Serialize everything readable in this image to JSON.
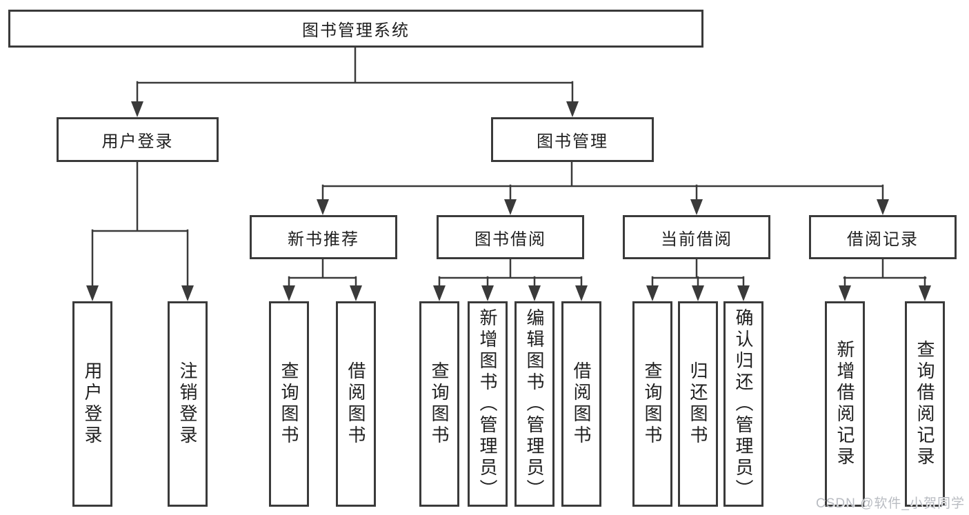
{
  "title": {
    "label": "图书管理系统"
  },
  "level2": [
    {
      "label": "用户登录"
    },
    {
      "label": "图书管理"
    }
  ],
  "level3": [
    {
      "label": "新书推荐"
    },
    {
      "label": "图书借阅"
    },
    {
      "label": "当前借阅"
    },
    {
      "label": "借阅记录"
    }
  ],
  "leaves": [
    {
      "label": "用户登录"
    },
    {
      "label": "注销登录"
    },
    {
      "label": "查询图书"
    },
    {
      "label": "借阅图书"
    },
    {
      "label": "查询图书"
    },
    {
      "label": "新增图书（管理员）"
    },
    {
      "label": "编辑图书（管理员）"
    },
    {
      "label": "借阅图书"
    },
    {
      "label": "查询图书"
    },
    {
      "label": "归还图书"
    },
    {
      "label": "确认归还（管理员）"
    },
    {
      "label": "新增借阅记录"
    },
    {
      "label": "查询借阅记录"
    }
  ],
  "watermark": {
    "text": "CSDN @软件_小贺同学"
  },
  "colors": {
    "line": "#3a3a3a",
    "text": "#1f1f1f",
    "background": "#ffffff",
    "watermark": "#b9bcc2"
  }
}
